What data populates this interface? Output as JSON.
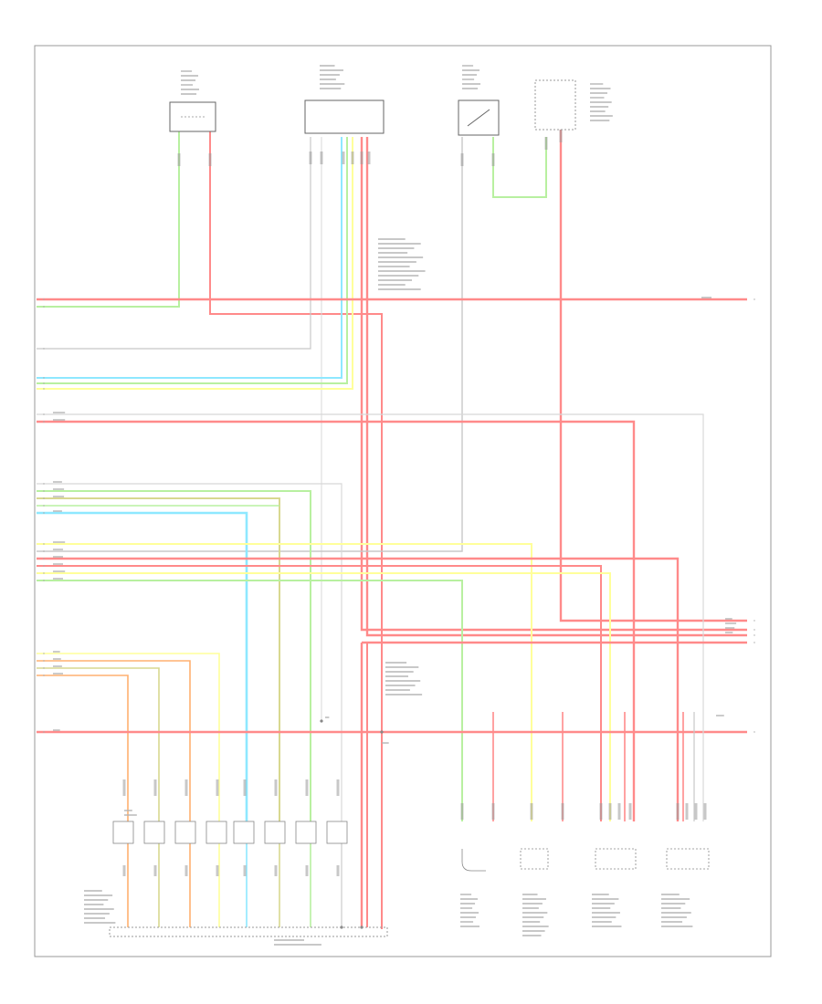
{
  "diagram": {
    "corner_code": "",
    "colors": {
      "red": "#ff8a8a",
      "green": "#b8f0a0",
      "cyan": "#8ee8ff",
      "yellow": "#ffff9a",
      "olive": "#d8d890",
      "orange": "#ffb070",
      "gray": "#c8c8c8",
      "lightgray": "#d8d8d8",
      "border": "#999999"
    },
    "components": [
      {
        "id": "top-sensor-left",
        "name": "top-left-sensor"
      },
      {
        "id": "top-module-center",
        "name": "top-center-module"
      },
      {
        "id": "top-switch-right",
        "name": "top-right-switch"
      },
      {
        "id": "top-connector-far-right",
        "name": "top-far-right-connector"
      },
      {
        "id": "fuel-injectors",
        "name": "fuel-injector-bank"
      },
      {
        "id": "engine-control-module",
        "name": "engine-control-module"
      },
      {
        "id": "sensor-a",
        "name": "lower-sensor-a"
      },
      {
        "id": "sensor-b",
        "name": "lower-sensor-b"
      },
      {
        "id": "sensor-c",
        "name": "lower-sensor-c"
      },
      {
        "id": "sensor-d",
        "name": "lower-sensor-d"
      }
    ]
  }
}
